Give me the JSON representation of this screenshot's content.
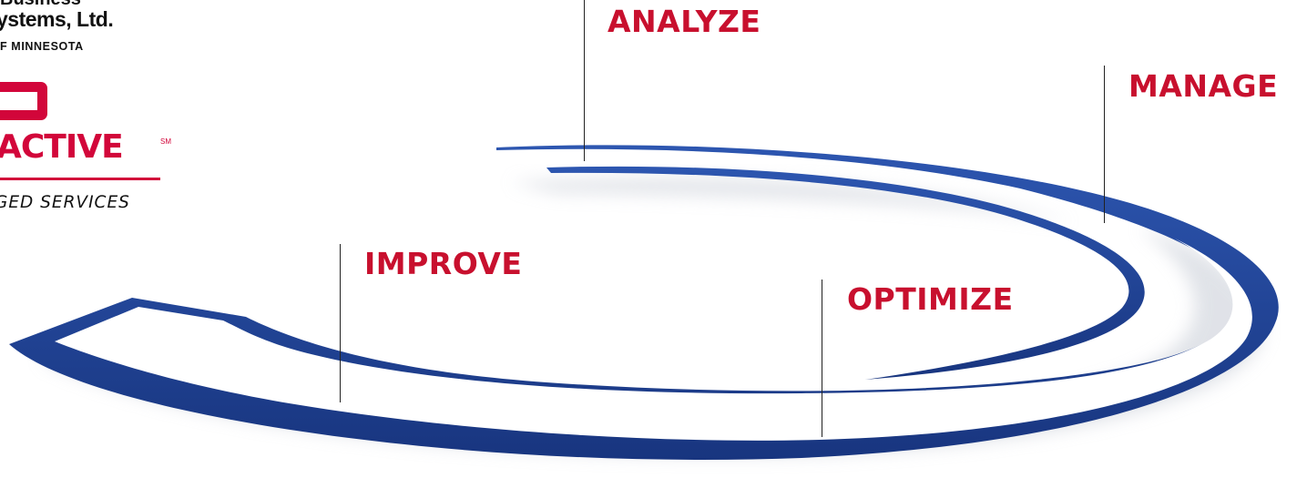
{
  "logo": {
    "line1": "Business",
    "line2": "ystems, Ltd.",
    "line3": "F MINNESOTA",
    "wordmark": "ACTIVE",
    "service_mark": "SM",
    "tagline": "GED SERVICES",
    "brand_color": "#d2063a"
  },
  "stages": {
    "analyze": "ANALYZE",
    "manage": "MANAGE",
    "improve": "IMPROVE",
    "optimize": "OPTIMIZE"
  },
  "colors": {
    "label": "#c8102e",
    "swoosh": "#1f3f93",
    "leader": "#222222"
  }
}
